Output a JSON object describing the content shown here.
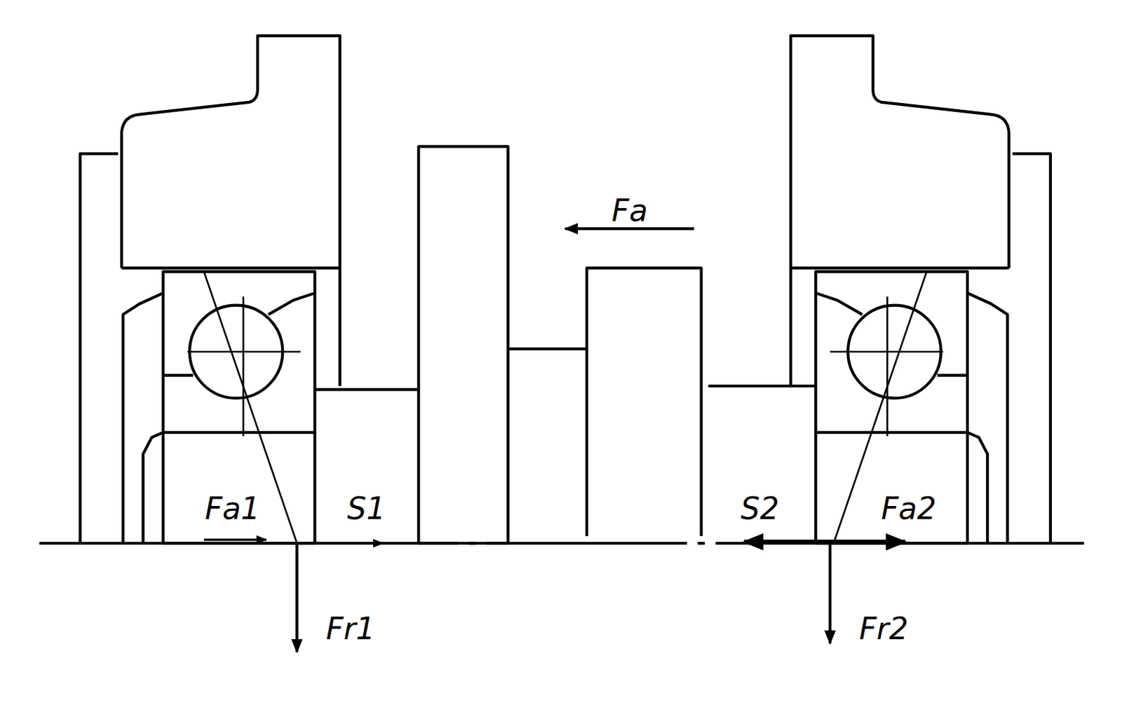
{
  "diagram": {
    "labels": [
      "Fa",
      "Fa1",
      "S1",
      "S2",
      "Fa2",
      "Fr1",
      "Fr2"
    ]
  }
}
